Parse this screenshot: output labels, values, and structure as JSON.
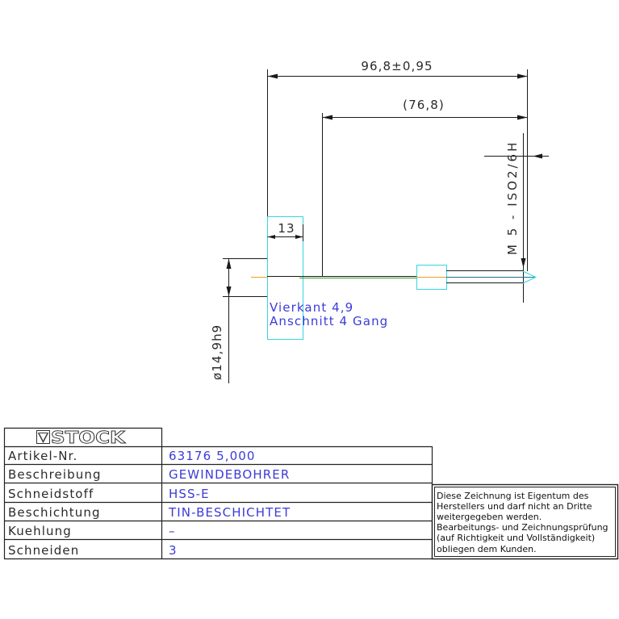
{
  "drawing": {
    "dims": {
      "overall_length": "96,8±0,95",
      "shank_length": "(76,8)",
      "square_length": "13",
      "diameter": "ø14,9h9",
      "thread": "M 5 - ISO2/6H"
    },
    "notes": {
      "square": "Vierkant 4,9",
      "chamfer": "Anschnitt 4 Gang"
    }
  },
  "title_block": {
    "logo": "STOCK",
    "rows": [
      {
        "label": "Artikel-Nr.",
        "value": "63176 5,000"
      },
      {
        "label": "Beschreibung",
        "value": "GEWINDEBOHRER"
      },
      {
        "label": "Schneidstoff",
        "value": "HSS-E"
      },
      {
        "label": "Beschichtung",
        "value": "TIN-BESCHICHTET"
      },
      {
        "label": "Kuehlung",
        "value": "–"
      },
      {
        "label": "Schneiden",
        "value": "3"
      }
    ]
  },
  "notice": {
    "lines": [
      "Diese Zeichnung ist Eigentum des",
      "Herstellers und darf nicht an Dritte",
      "weitergegeben werden.",
      "Bearbeitungs- und Zeichnungsprüfung",
      "(auf Richtigkeit und Vollständigkeit)",
      "obliegen dem Kunden."
    ]
  },
  "colors": {
    "line": "#1a1a1a",
    "annotation_blue": "#3b3bd9",
    "construction_cyan": "#33d6e0",
    "axis_green": "#2e9e2e",
    "center_orange": "#f0a020"
  }
}
